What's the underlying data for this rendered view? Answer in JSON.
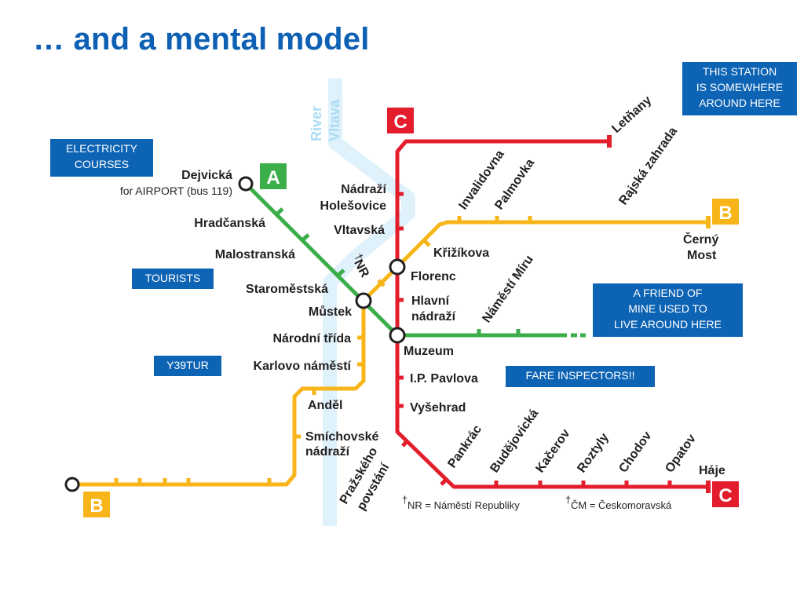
{
  "title": "… and a mental model",
  "colors": {
    "title": "#0d60b3",
    "note_bg": "#0d63b4",
    "line_a": "#3cae49",
    "line_b": "#f7b519",
    "line_c": "#e31d2b",
    "river": "#dff1fb",
    "river_label": "#a9dcf5"
  },
  "notes": {
    "station": "THIS STATION\nIS SOMEWHERE\nAROUND HERE",
    "electricity": "ELECTRICITY\nCOURSES",
    "tourists": "TOURISTS",
    "friend": "A FRIEND OF\nMINE USED TO\nLIVE AROUND HERE",
    "y39tur": "Y39TUR",
    "fare": "FARE INSPECTORS!!"
  },
  "map": {
    "river_label_1": "River",
    "river_label_2": "Vltava",
    "line_badges": {
      "a": "A",
      "b_east": "B",
      "b_west": "B",
      "c_north": "C",
      "c_south": "C"
    },
    "stations": {
      "dejvicka": "Dejvická",
      "dejvicka_sub": "for AIRPORT (bus 119)",
      "hradcanska": "Hradčanská",
      "malostranska": "Malostranská",
      "staromestska": "Staroměstská",
      "mustek": "Můstek",
      "narodni_trida": "Národní třída",
      "karlovo_namesti": "Karlovo náměstí",
      "andel": "Anděl",
      "smichovske_1": "Smíchovské",
      "smichovske_2": "nádraží",
      "nadrazi_holesovice_1": "Nádraží",
      "nadrazi_holesovice_2": "Holešovice",
      "vltavska": "Vltavská",
      "nr": "NR",
      "krizikova": "Křižíkova",
      "florenc": "Florenc",
      "hlavni_1": "Hlavní",
      "hlavni_2": "nádraží",
      "muzeum": "Muzeum",
      "ip_pavlova": "I.P. Pavlova",
      "vysehrad": "Vyšehrad",
      "letnany": "Letňany",
      "invalidovna": "Invalidovna",
      "palmovka": "Palmovka",
      "rajska_zahrada": "Rajská zahrada",
      "cerny_most_1": "Černý",
      "cerny_most_2": "Most",
      "namesti_miru": "Náměstí Míru",
      "prazskeho_1": "Pražského",
      "prazskeho_2": "povstání",
      "pankrac": "Pankrác",
      "budejovicka": "Budějovická",
      "kacerov": "Kačerov",
      "roztyly": "Roztyly",
      "chodov": "Chodov",
      "opatov": "Opatov",
      "haje": "Háje"
    },
    "legend": {
      "dagger": "†",
      "nr": "NR = Náměstí Republiky",
      "cm": "ČM = Českomoravská"
    }
  }
}
